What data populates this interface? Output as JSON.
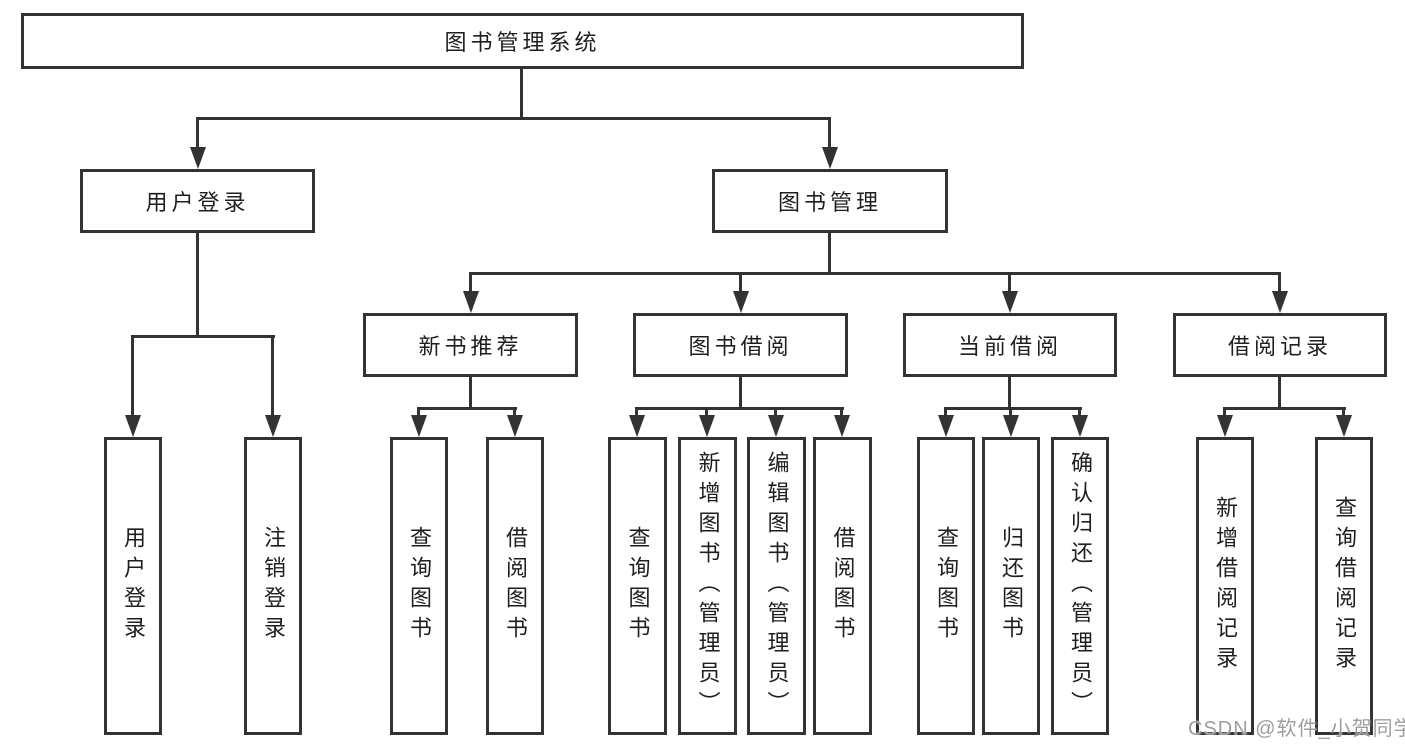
{
  "diagram": {
    "kind": "functional-structure-tree",
    "colors": {
      "line": "#333333",
      "text": "#1f1f1f",
      "background": "#ffffff",
      "watermark_text": "#9e9e9e"
    },
    "tree": {
      "label": "图书管理系统",
      "children": [
        {
          "label": "用户登录",
          "children": [
            {
              "label": "用户登录"
            },
            {
              "label": "注销登录"
            }
          ]
        },
        {
          "label": "图书管理",
          "children": [
            {
              "label": "新书推荐",
              "children": [
                {
                  "label": "查询图书"
                },
                {
                  "label": "借阅图书"
                }
              ]
            },
            {
              "label": "图书借阅",
              "children": [
                {
                  "label": "查询图书"
                },
                {
                  "label": "新增图书（管理员）"
                },
                {
                  "label": "编辑图书（管理员）"
                },
                {
                  "label": "借阅图书"
                }
              ]
            },
            {
              "label": "当前借阅",
              "children": [
                {
                  "label": "查询图书"
                },
                {
                  "label": "归还图书"
                },
                {
                  "label": "确认归还（管理员）"
                }
              ]
            },
            {
              "label": "借阅记录",
              "children": [
                {
                  "label": "新增借阅记录"
                },
                {
                  "label": "查询借阅记录"
                }
              ]
            }
          ]
        }
      ]
    },
    "watermark": {
      "text": "CSDN @软件_小贺同学"
    }
  }
}
